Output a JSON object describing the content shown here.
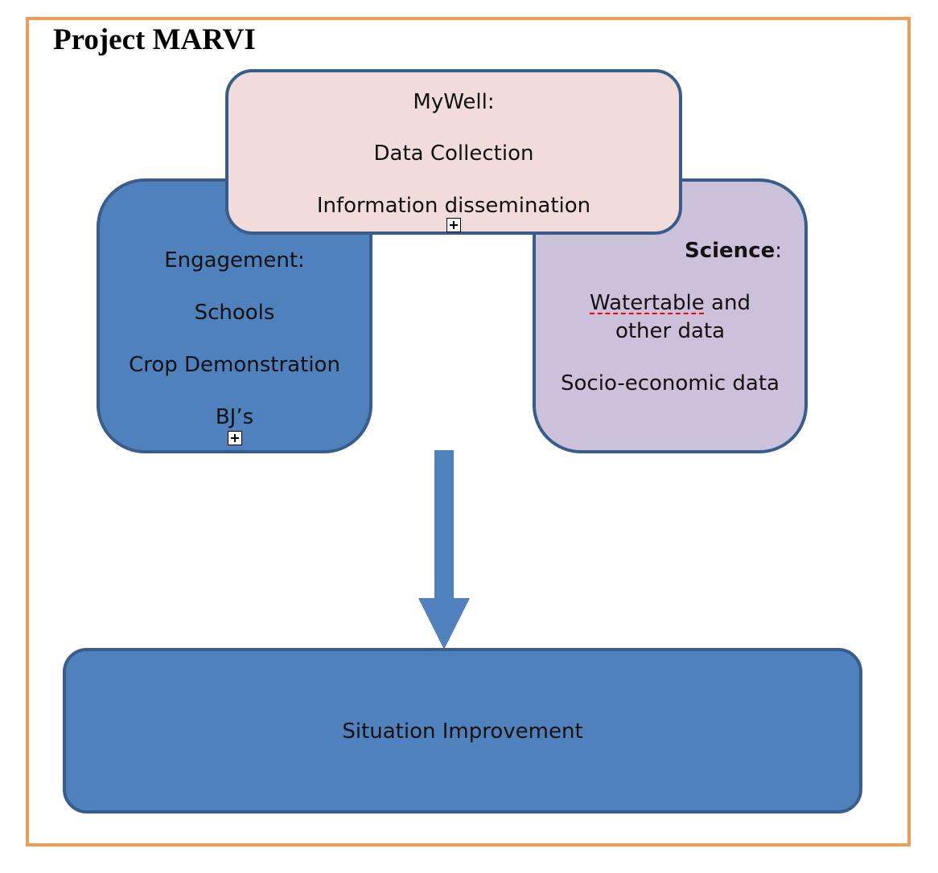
{
  "title": "Project MARVI",
  "mywell": {
    "heading": "MyWell:",
    "line1": "Data Collection",
    "line2": "Information dissemination"
  },
  "engagement": {
    "heading": "Engagement:",
    "line1": "Schools",
    "line2": "Crop Demonstration",
    "line3": "BJ’s"
  },
  "science": {
    "heading": "Science",
    "heading_suffix": ":",
    "line1_word": "Watertable",
    "line1_rest": " and",
    "line2": "other data",
    "line3": "Socio-economic data"
  },
  "outcome": {
    "label": "Situation Improvement"
  },
  "colors": {
    "frame_border": "#f29b55",
    "blue_fill": "#4f81bd",
    "box_border": "#385d8a",
    "pink_fill": "#f2dcdb",
    "lavender_fill": "#ccc1da",
    "spellcheck_underline": "#ff0000"
  },
  "icons": {
    "expand": "plus-in-square-icon",
    "flow": "down-arrow-icon"
  }
}
